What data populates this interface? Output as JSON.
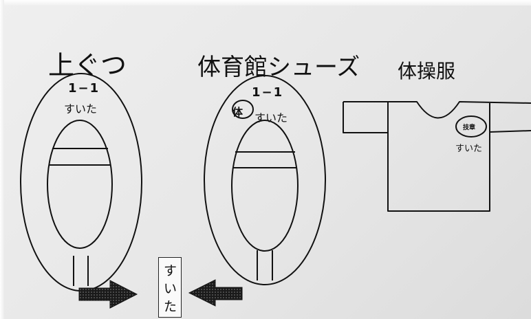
{
  "headings": {
    "indoor_shoes": "上ぐつ",
    "gym_shoes": "体育館シューズ",
    "gym_clothes": "体操服"
  },
  "indoor_shoes": {
    "class": "1−1",
    "name": "すいた"
  },
  "gym_shoes": {
    "circle_mark": "体",
    "class": "1−1",
    "name": "すいた"
  },
  "gym_clothes": {
    "badge": "技章",
    "name": "すいた"
  },
  "heel_tag": {
    "chars": [
      "す",
      "い",
      "た"
    ]
  },
  "icons": [
    "arrow-right-icon",
    "arrow-left-icon"
  ]
}
